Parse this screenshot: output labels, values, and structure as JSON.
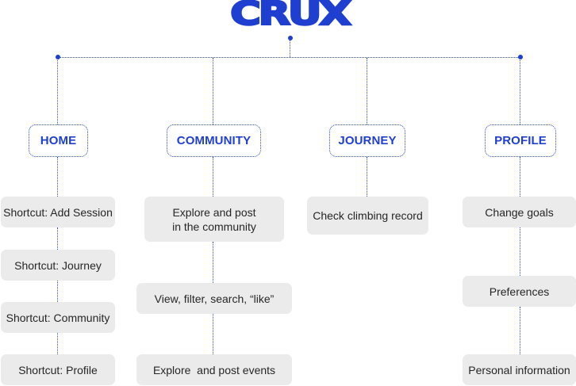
{
  "logo": {
    "text": "CRUX",
    "color": "#1f3fd1"
  },
  "colors": {
    "accent": "#1f3fd1",
    "leaf_background": "#ebebeb",
    "leaf_text": "#262626"
  },
  "categories": [
    {
      "label": "HOME",
      "items": [
        "Shortcut: Add Session",
        "Shortcut: Journey",
        "Shortcut: Community",
        "Shortcut: Profile"
      ]
    },
    {
      "label": "COMMUNITY",
      "items": [
        "Explore and post\nin the community",
        "View, filter, search, “like”",
        "Explore  and post events"
      ]
    },
    {
      "label": "JOURNEY",
      "items": [
        "Check climbing record"
      ]
    },
    {
      "label": "PROFILE",
      "items": [
        "Change goals",
        "Preferences",
        "Personal information"
      ]
    }
  ]
}
